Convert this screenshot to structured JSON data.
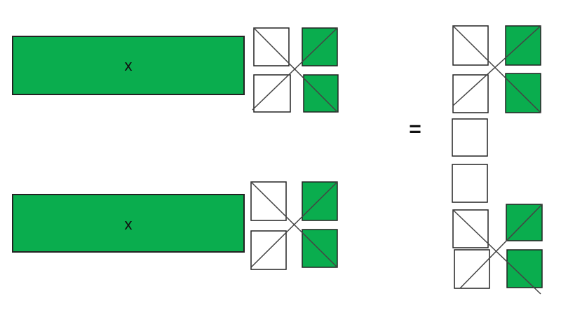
{
  "colors": {
    "fill": "#0aad4e",
    "stroke": "#222222",
    "line": "#444444",
    "empty": "#ffffff"
  },
  "rows": [
    {
      "label": "x",
      "grid": [
        [
          "empty",
          "filled"
        ],
        [
          "empty",
          "filled"
        ]
      ]
    },
    {
      "label": "x",
      "grid": [
        [
          "empty",
          "filled"
        ],
        [
          "empty",
          "filled"
        ]
      ]
    }
  ],
  "equals_sign": "=",
  "result_column": [
    [
      "empty",
      "filled"
    ],
    [
      "empty",
      "filled"
    ],
    [
      "empty"
    ],
    [
      "empty"
    ],
    [
      "empty",
      "filled"
    ],
    [
      "empty",
      "filled"
    ]
  ]
}
